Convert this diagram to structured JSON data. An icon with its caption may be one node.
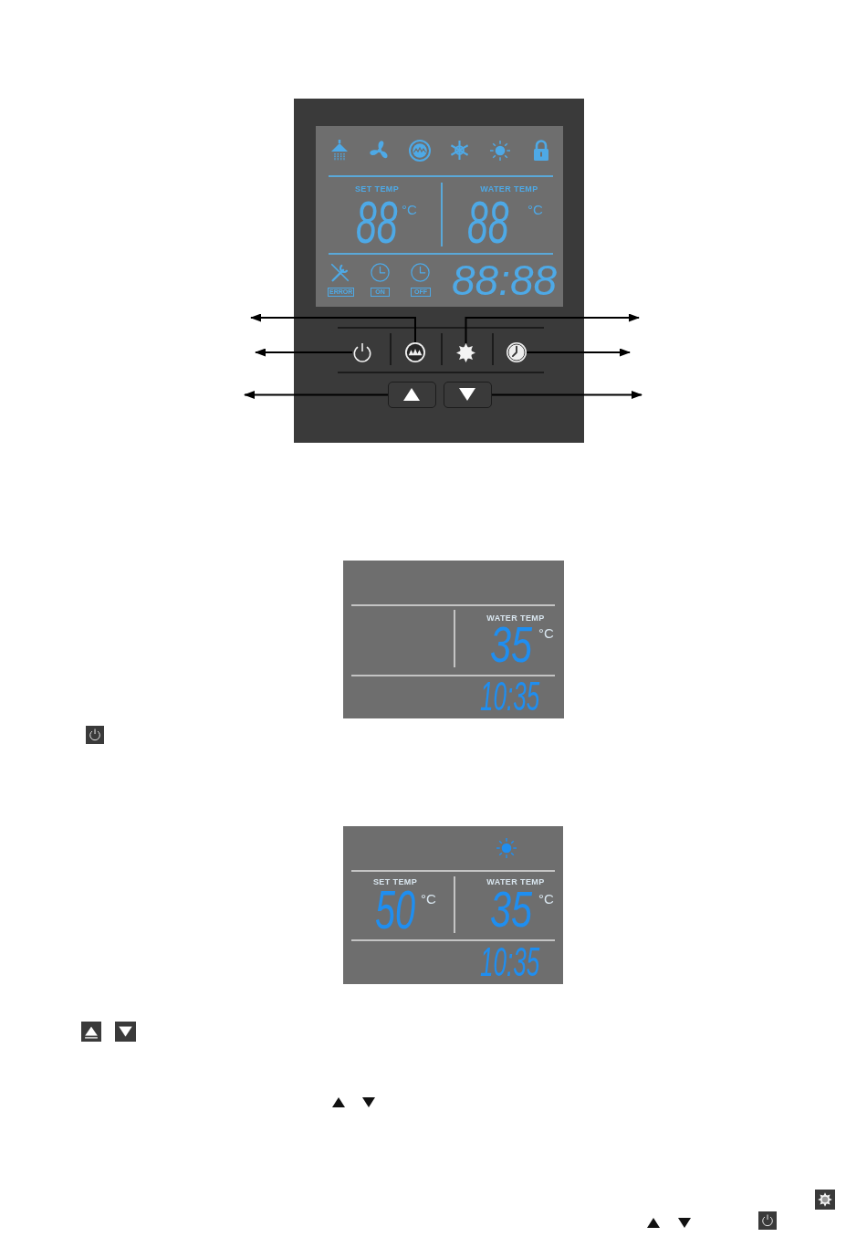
{
  "diagram": {
    "nodes": [
      {
        "text": [],
        "shape": "box"
      },
      {
        "text": [
          "SET TEMP",
          "88",
          "°C",
          "WATER TEMP",
          "88",
          "°C",
          "ERROR",
          "ON",
          "OFF",
          "88:88"
        ],
        "in": 0
      },
      {
        "text": [],
        "shape": "picture",
        "in": 0
      },
      {
        "text": [],
        "shape": "picture",
        "in": 0
      },
      {
        "text": [],
        "shape": "picture",
        "in": 0
      },
      {
        "text": [],
        "shape": "picture",
        "in": 0
      },
      {
        "text": [],
        "shape": "box",
        "in": 0
      },
      {
        "text": [],
        "shape": "box",
        "in": 0
      },
      {
        "text": [
          "WATER TEMP",
          "35",
          "°C",
          "10:35"
        ]
      },
      {
        "text": [
          "SET TEMP",
          "50",
          "°C",
          "WATER TEMP",
          "35",
          "°C",
          "10:35"
        ]
      }
    ],
    "edges": [
      {
        "from": 3,
        "to": null,
        "arrow": "to"
      },
      {
        "from": 4,
        "to": null,
        "arrow": "to"
      },
      {
        "from": 2,
        "to": null,
        "arrow": "to"
      },
      {
        "from": 5,
        "to": null,
        "arrow": "to"
      },
      {
        "from": 6,
        "to": null,
        "arrow": "to"
      },
      {
        "from": 7,
        "to": null,
        "arrow": "to"
      }
    ]
  }
}
